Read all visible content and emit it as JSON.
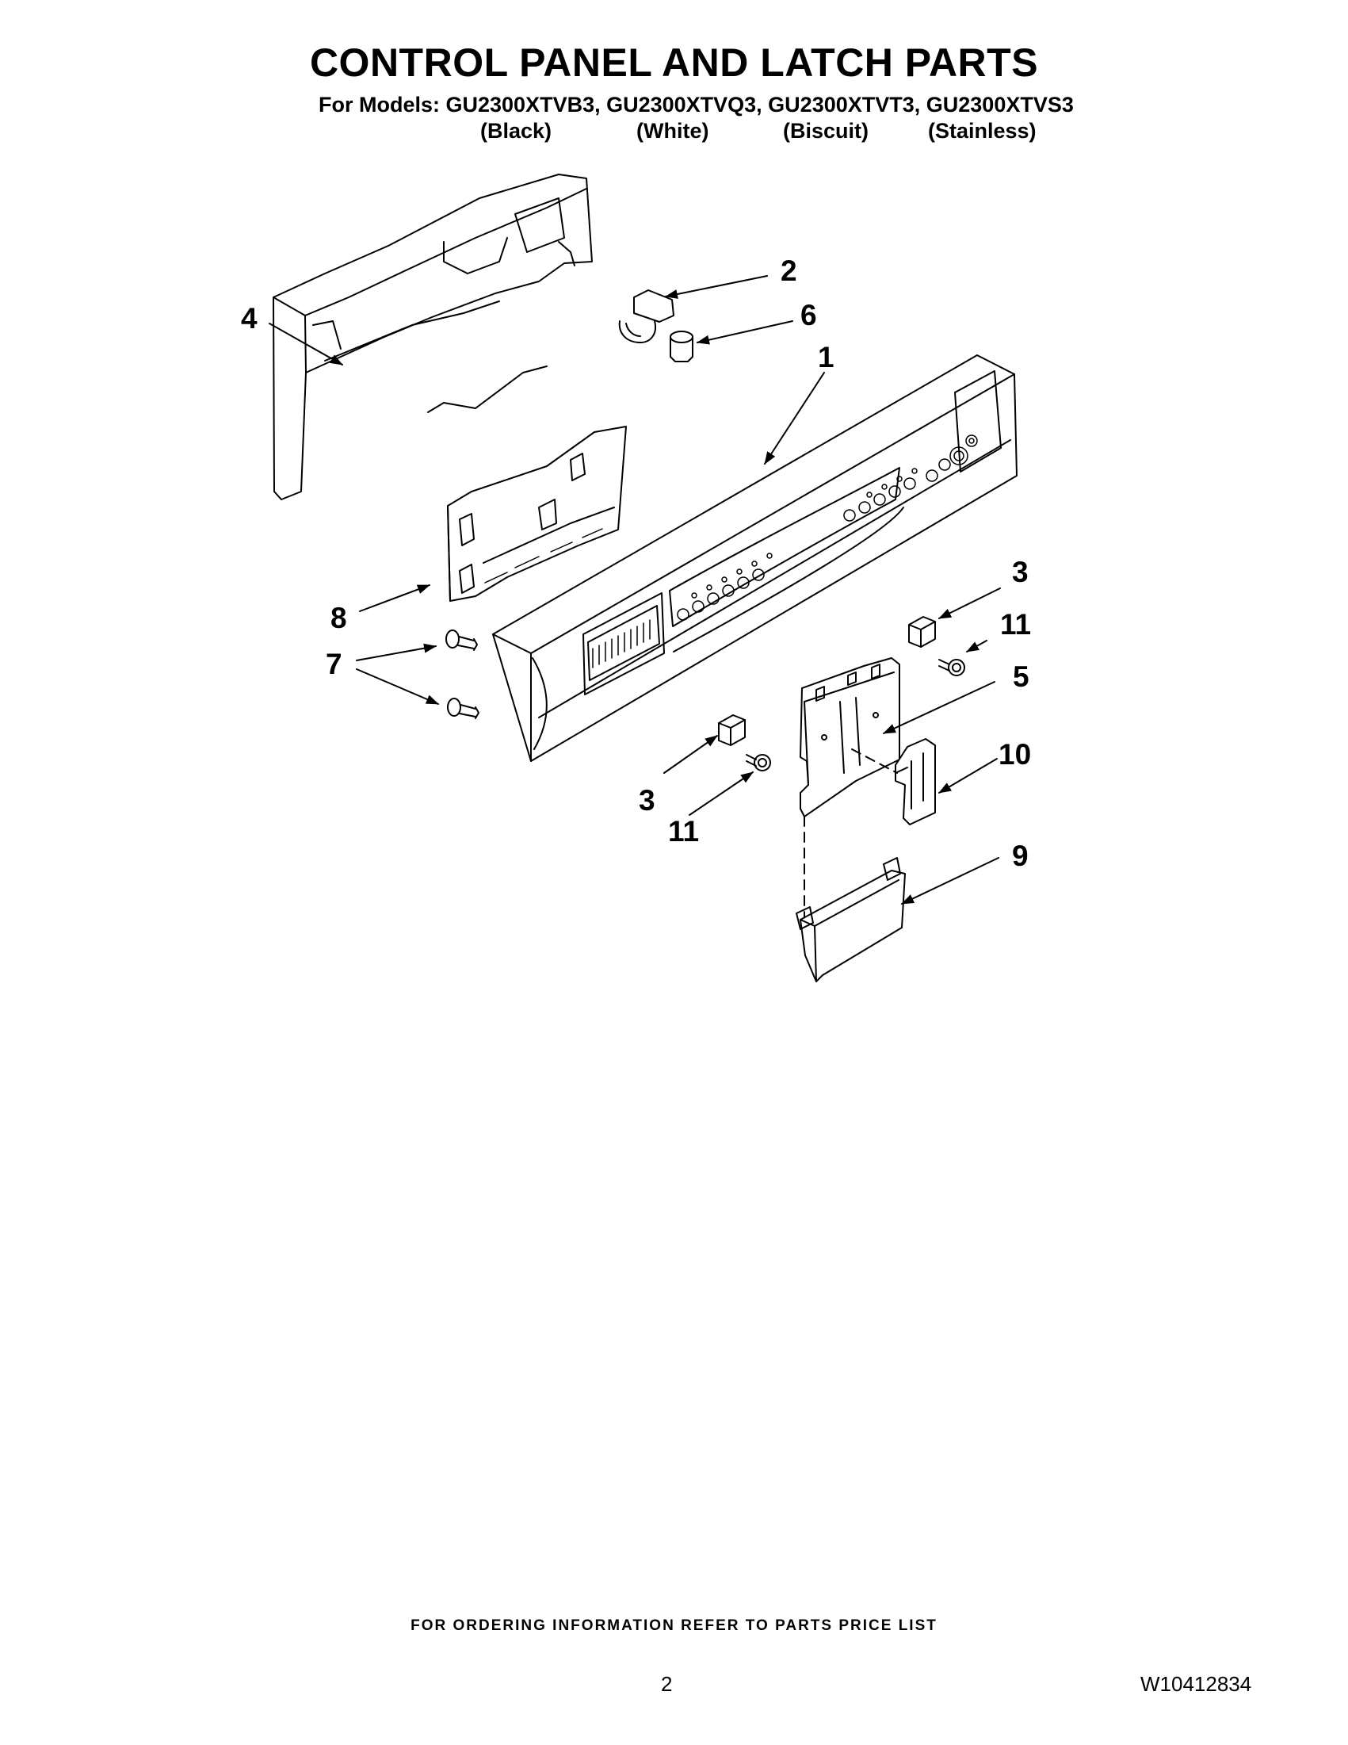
{
  "title": "CONTROL PANEL AND LATCH PARTS",
  "models_line": "For Models: GU2300XTVB3, GU2300XTVQ3, GU2300XTVT3, GU2300XTVS3",
  "colors": [
    "(Black)",
    "(White)",
    "(Biscuit)",
    "(Stainless)"
  ],
  "callouts": {
    "c1": "1",
    "c2": "2",
    "c3a": "3",
    "c3b": "3",
    "c4": "4",
    "c5": "5",
    "c6": "6",
    "c7": "7",
    "c8": "8",
    "c9": "9",
    "c10": "10",
    "c11a": "11",
    "c11b": "11"
  },
  "footer": {
    "ordering_note": "FOR ORDERING INFORMATION REFER TO PARTS PRICE LIST",
    "page_number": "2",
    "document_number": "W10412834"
  }
}
